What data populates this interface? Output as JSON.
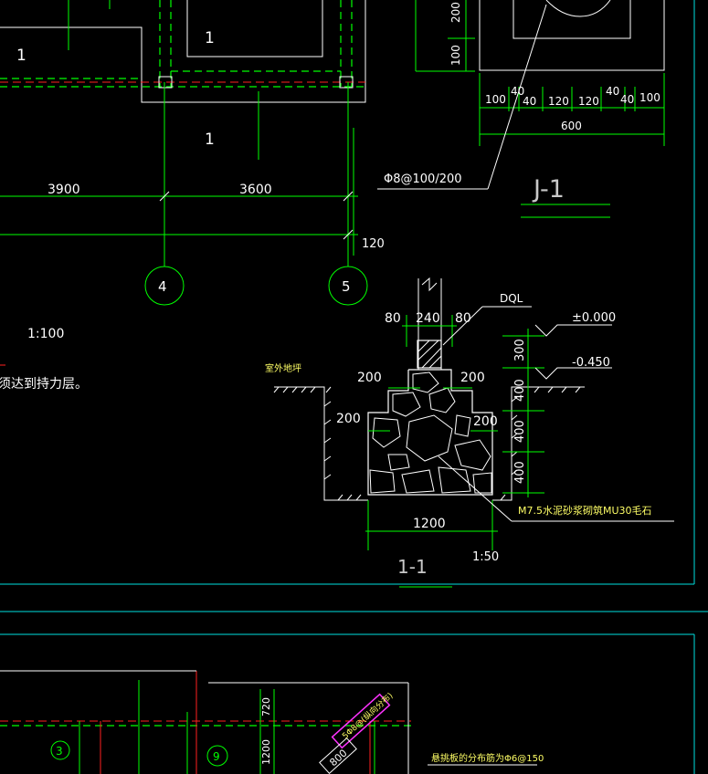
{
  "plan": {
    "room_label_a": "1",
    "room_label_b": "1",
    "room_label_c": "1",
    "dim_3900": "3900",
    "dim_3600": "3600",
    "dim_120": "120",
    "axis_4": "4",
    "axis_5": "5",
    "scale_plan": "1:100",
    "note_partial": "须达到持力层。"
  },
  "detail_j1": {
    "dim_200": "200",
    "dim_100": "100",
    "dims_bottom": [
      "100",
      "40",
      "40",
      "120",
      "120",
      "40",
      "40",
      "100"
    ],
    "dim_total": "600",
    "rebar_note": "Φ8@100/200",
    "title": "J-1"
  },
  "section_11": {
    "dim_80_left": "80",
    "dim_240": "240",
    "dim_80_right": "80",
    "dql": "DQL",
    "elev_0": "±0.000",
    "elev_neg": "-0.450",
    "outdoor_ground": "室外地坪",
    "dim_300": "300",
    "dim_400_a": "400",
    "dim_400_b": "400",
    "dim_400_c": "400",
    "step_200_left_top": "200",
    "step_200_right_top": "200",
    "step_200_left_mid": "200",
    "step_200_right_mid": "200",
    "width_1200": "1200",
    "material_note": "M7.5水泥砂浆砌筑MU30毛石",
    "title": "1-1",
    "scale": "1:50"
  },
  "lower_plan": {
    "axis_3": "3",
    "axis_9": "9",
    "dim_720": "720",
    "dim_1200": "1200",
    "diag_label": "5Φ8@(纵向分布)",
    "dim_800": "800",
    "bottom_note": "悬挑板的分布筋为Φ6@150"
  }
}
